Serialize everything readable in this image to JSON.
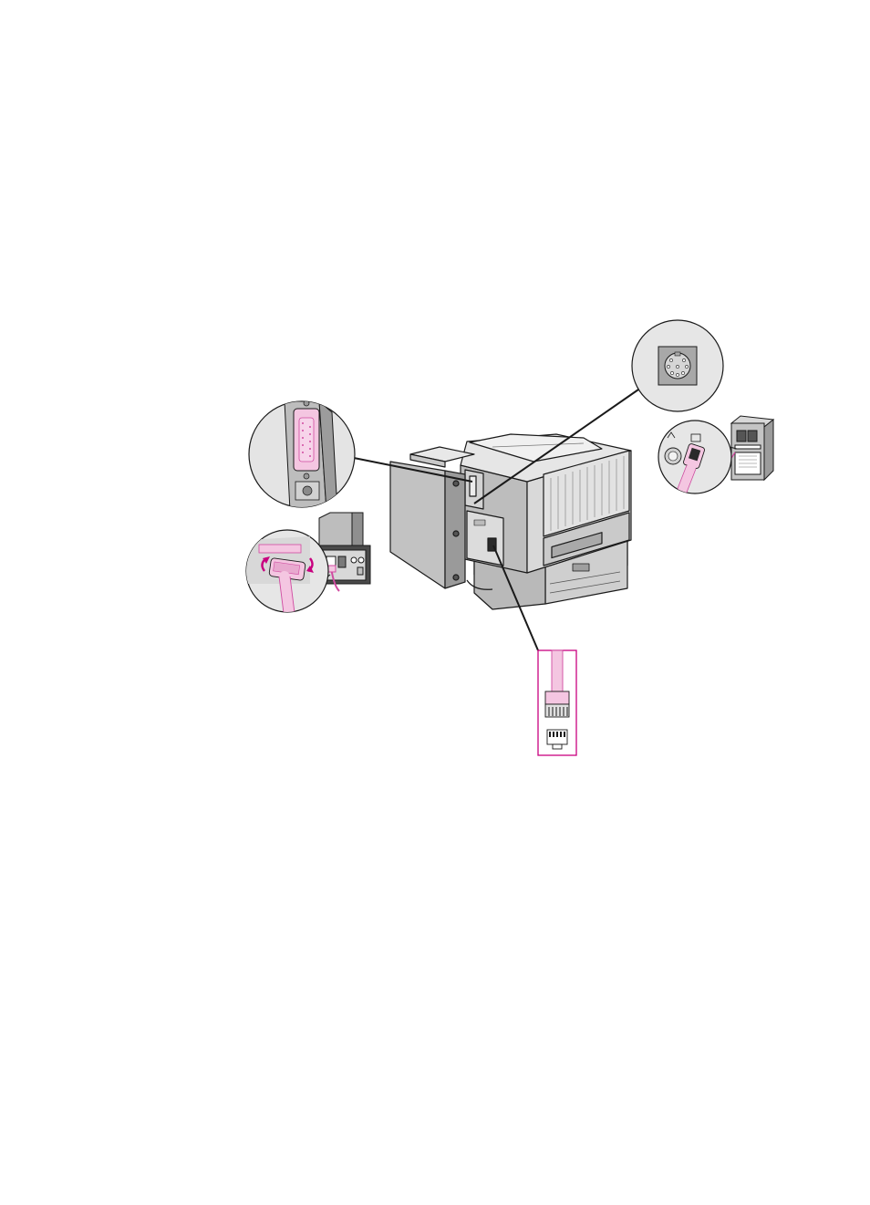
{
  "figure": {
    "colors": {
      "line": "#1a1a1a",
      "gray_light": "#d9d9d9",
      "gray_mid": "#b8b8b8",
      "gray_dark": "#8c8c8c",
      "gray_panel": "#c6c6c6",
      "pink": "#f4c6e1",
      "pink_line": "#d04aa0",
      "magenta": "#c8007f",
      "white": "#ffffff"
    },
    "callouts": [
      {
        "id": "parallel-port",
        "icon": "parallel-port-icon"
      },
      {
        "id": "appletalk-port",
        "icon": "mini-din-port-icon"
      },
      {
        "id": "network-port",
        "icon": "rj45-connector-icon"
      },
      {
        "id": "pc-parallel-connection",
        "icon": "pc-tower-icon"
      },
      {
        "id": "mac-connection",
        "icon": "mac-tower-icon"
      }
    ]
  }
}
